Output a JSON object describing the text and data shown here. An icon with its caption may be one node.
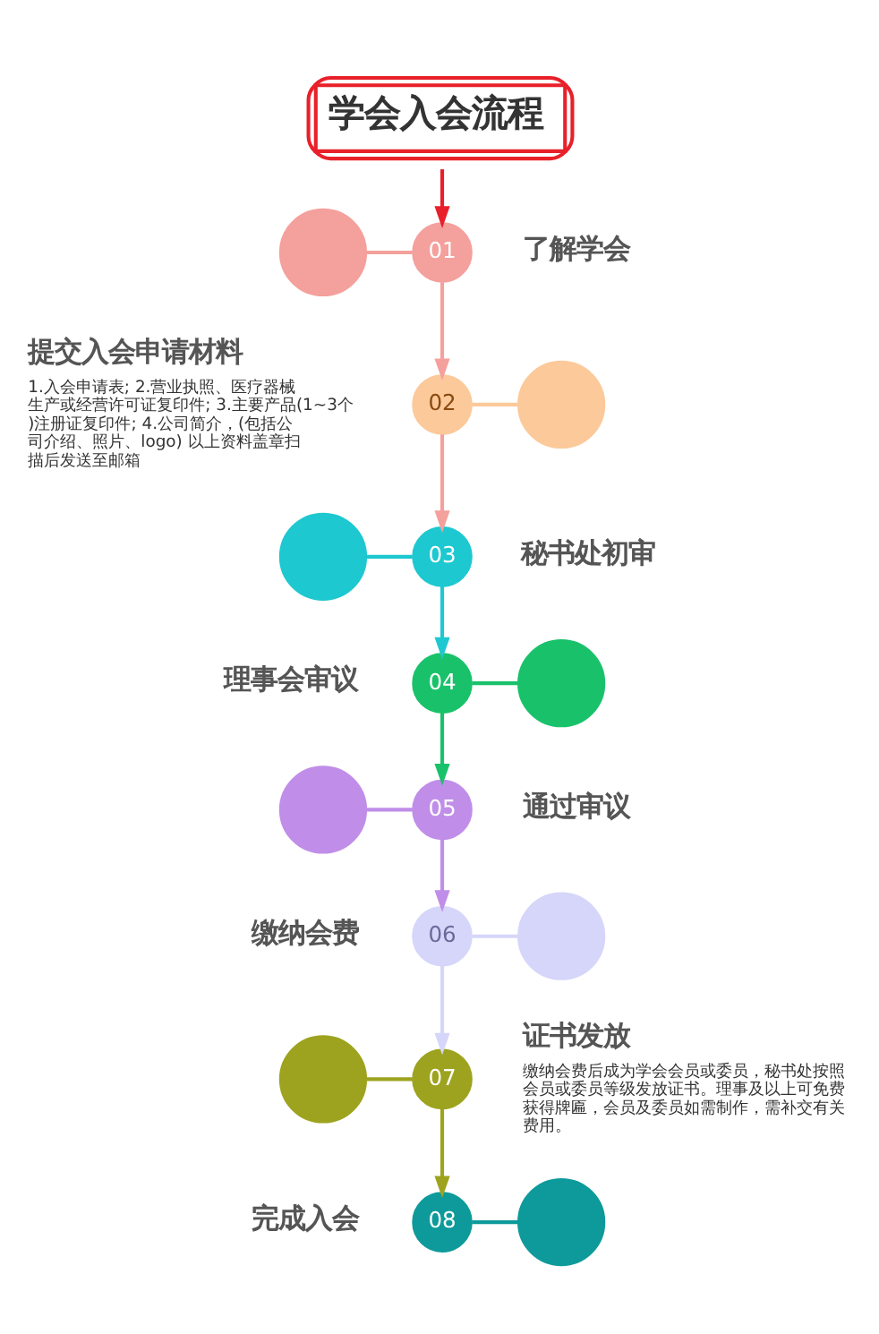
{
  "diagram": {
    "title": "学会入会流程",
    "nodes": [
      {
        "text": [],
        "shape": "circle"
      },
      {
        "text": [
          "01"
        ],
        "beside": [
          "了解学会"
        ]
      },
      {
        "text": [
          "02"
        ],
        "beside": [
          "提交入会申请材料",
          "1.入会申请表; 2.营业执照、医疗器械生产或经营许可证复印件; 3.主要产品(1~3个)注册证复印件; 4.公司简介，(包括公司介绍、照片、logo) 以上资料盖章扫描后发送至邮箱"
        ]
      },
      {
        "text": [],
        "shape": "circle"
      },
      {
        "text": [],
        "shape": "circle"
      },
      {
        "text": [
          "03"
        ],
        "beside": [
          "秘书处初审"
        ]
      },
      {
        "text": [
          "04"
        ],
        "beside": [
          "理事会审议"
        ]
      },
      {
        "text": [],
        "shape": "circle"
      },
      {
        "text": [],
        "shape": "circle"
      },
      {
        "text": [
          "05"
        ],
        "beside": [
          "通过审议"
        ]
      },
      {
        "text": [
          "06"
        ],
        "beside": [
          "缴纳会费"
        ]
      },
      {
        "text": [],
        "shape": "circle"
      },
      {
        "text": [],
        "shape": "circle"
      },
      {
        "text": [
          "07"
        ],
        "beside": [
          "证书发放",
          "缴纳会费后成为学会会员或委员，秘书处按照会员或委员等级发放证书。理事及以上可免费获得牌匾，会员及委员如需制作，需补交有关费用。"
        ]
      },
      {
        "text": [
          "08"
        ],
        "beside": [
          "完成入会"
        ]
      },
      {
        "text": [],
        "shape": "circle"
      }
    ],
    "edges": [
      {
        "from": null,
        "to": 1,
        "arrow": "to",
        "color": "#e8202a"
      },
      {
        "from": 0,
        "to": 1,
        "arrow": "none",
        "color": "#f4a09c"
      },
      {
        "from": 1,
        "to": 2,
        "arrow": "to",
        "color": "#f4a09c"
      },
      {
        "from": 2,
        "to": 3,
        "arrow": "none",
        "color": "#fcc99a"
      },
      {
        "from": 2,
        "to": 5,
        "arrow": "to",
        "color": "#f4a09c"
      },
      {
        "from": 4,
        "to": 5,
        "arrow": "none",
        "color": "#1ec8d0"
      },
      {
        "from": 5,
        "to": 6,
        "arrow": "to",
        "color": "#1ec8d0"
      },
      {
        "from": 6,
        "to": 7,
        "arrow": "none",
        "color": "#19c26a"
      },
      {
        "from": 6,
        "to": 9,
        "arrow": "to",
        "color": "#19c26a"
      },
      {
        "from": 8,
        "to": 9,
        "arrow": "none",
        "color": "#c08ee8"
      },
      {
        "from": 9,
        "to": 10,
        "arrow": "to",
        "color": "#c08ee8"
      },
      {
        "from": 10,
        "to": 11,
        "arrow": "none",
        "color": "#d6d6fa"
      },
      {
        "from": 10,
        "to": 13,
        "arrow": "to",
        "color": "#d6d6fa"
      },
      {
        "from": 12,
        "to": 13,
        "arrow": "none",
        "color": "#9ea31f"
      },
      {
        "from": 13,
        "to": 14,
        "arrow": "to",
        "color": "#9ea31f"
      },
      {
        "from": 14,
        "to": 15,
        "arrow": "none",
        "color": "#0e9a9a"
      }
    ]
  }
}
